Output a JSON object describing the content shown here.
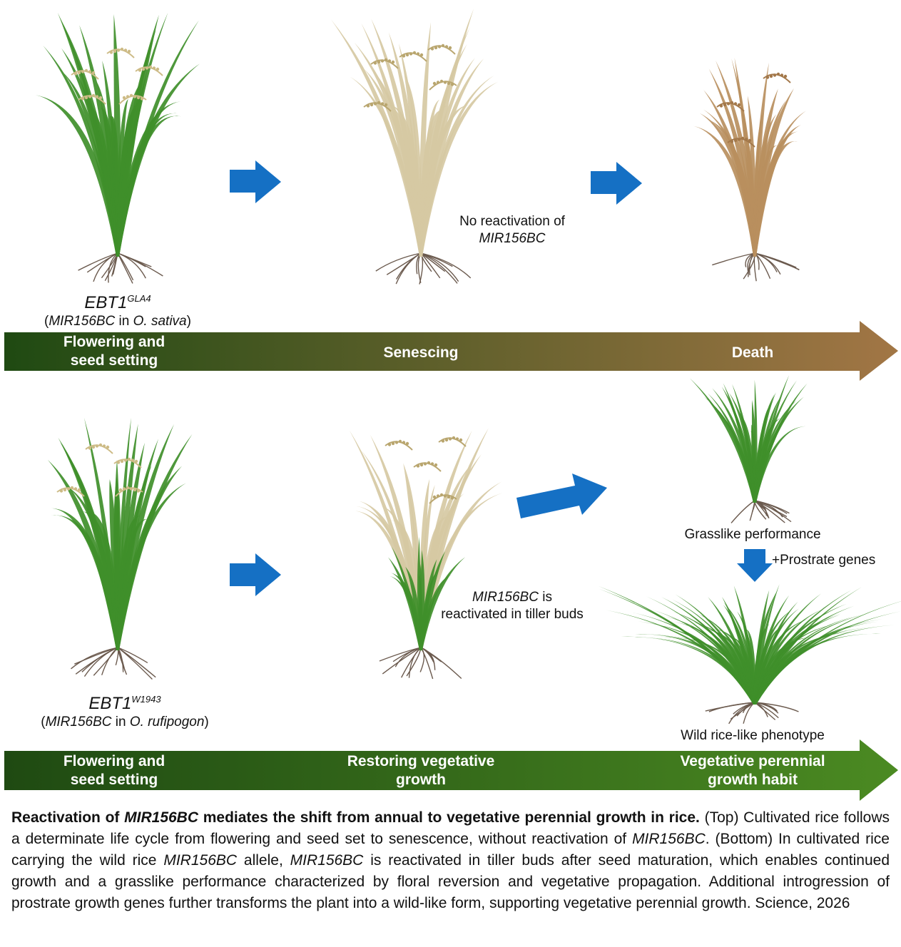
{
  "colors": {
    "arrow_blue": "#1570c4",
    "band_top_start": "#1f4a12",
    "band_top_end": "#a27645",
    "band_bottom_start": "#1f4a12",
    "band_bottom_end": "#4b8a22",
    "leaf_green": "#3f8f2a",
    "leaf_senescent": "#d6c9a3",
    "leaf_dead": "#b98f5e",
    "root": "#6b5a4e"
  },
  "top_row": {
    "genotype_main": "EBT1",
    "genotype_sup": "GLA4",
    "genotype_note_a": "MIR156BC",
    "genotype_note_b": " in ",
    "genotype_note_c": "O. sativa",
    "middle_note_line1": "No reactivation of",
    "middle_note_line2": "MIR156BC"
  },
  "top_band": {
    "stage1_line1": "Flowering and",
    "stage1_line2": "seed setting",
    "stage2": "Senescing",
    "stage3": "Death"
  },
  "bottom_row": {
    "genotype_main": "EBT1",
    "genotype_sup": "W1943",
    "genotype_note_a": "MIR156BC",
    "genotype_note_b": " in ",
    "genotype_note_c": "O. rufipogon",
    "middle_note_italic": "MIR156BC",
    "middle_note_rest": " is",
    "middle_note_line2": "reactivated in tiller buds",
    "grasslike_label": "Grasslike performance",
    "prostrate_label": "+Prostrate genes",
    "wild_label": "Wild rice-like phenotype"
  },
  "bottom_band": {
    "stage1_line1": "Flowering and",
    "stage1_line2": "seed setting",
    "stage2_line1": "Restoring vegetative",
    "stage2_line2": "growth",
    "stage3_line1": "Vegetative perennial",
    "stage3_line2": "growth habit"
  },
  "caption": {
    "bold_a": "Reactivation of ",
    "bold_italic": "MIR156BC",
    "bold_b": " mediates the shift from annual to vegetative perennial growth in rice.",
    "t1": " (Top) Cultivated rice follows a determinate life cycle from flowering and seed set to senescence, without reactivation of ",
    "i1": "MIR156BC",
    "t2": ". (Bottom) In cultivated rice carrying the wild rice ",
    "i2": "MIR156BC",
    "t3": " allele, ",
    "i3": "MIR156BC",
    "t4": " is reactivated in tiller buds after seed maturation, which enables continued growth and a grasslike performance characterized by floral reversion and vegetative propagation. Additional introgression of prostrate growth genes further transforms the plant into a wild-like form, supporting vegetative perennial growth. Science, 2026"
  }
}
